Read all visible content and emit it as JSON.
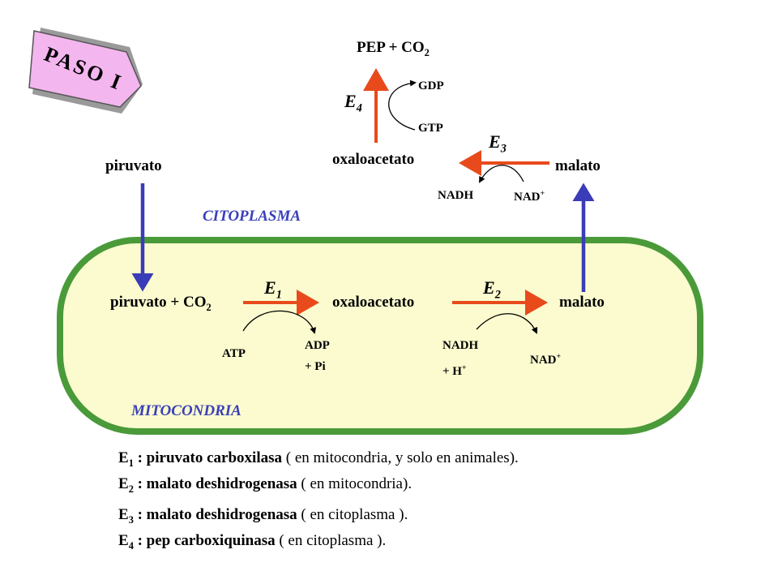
{
  "banner": {
    "text": "PASO I"
  },
  "regions": {
    "cytoplasm": "CITOPLASMA",
    "mitochondria": "MITOCONDRIA"
  },
  "labels": {
    "pep": "PEP  +  CO",
    "pep_sub": "2",
    "gdp": "GDP",
    "gtp": "GTP",
    "e4": "E",
    "e4_sub": "4",
    "e3": "E",
    "e3_sub": "3",
    "oxaloacetate_top": "oxaloacetato",
    "malate_top": "malato",
    "pyruvate_top": "piruvato",
    "nadh_top": "NADH",
    "nad_top": "NAD",
    "nad_top_sup": "+",
    "pyruvate_co2": "piruvato  + CO",
    "pyruvate_co2_sub": "2",
    "e1": "E",
    "e1_sub": "1",
    "e2": "E",
    "e2_sub": "2",
    "oxaloacetate_mito": "oxaloacetato",
    "malate_mito": "malato",
    "atp": "ATP",
    "adp": "ADP",
    "pi": "+ Pi",
    "nadh_mito": "NADH",
    "h_plus": "+  H",
    "h_plus_sup": "+",
    "nad_mito": "NAD",
    "nad_mito_sup": "+"
  },
  "legend": [
    {
      "e": "E",
      "sub": "1",
      "name": " : piruvato carboxilasa",
      "note": " ( en mitocondria, y solo en animales)."
    },
    {
      "e": "E",
      "sub": "2",
      "name": " : malato deshidrogenasa",
      "note": " ( en mitocondria)."
    },
    {
      "e": "E",
      "sub": "3",
      "name": " : malato deshidrogenasa",
      "note": " ( en citoplasma )."
    },
    {
      "e": "E",
      "sub": "4",
      "name": " : pep carboxiquinasa",
      "note": " ( en citoplasma )."
    }
  ],
  "colors": {
    "membrane": "#4a9a3a",
    "matrix": "#fbfbcf",
    "reaction_arrow": "#e84a1c",
    "transport_arrow": "#3a3cb8",
    "region_text": "#3a40b8",
    "banner_fill": "#f4b6ef"
  }
}
